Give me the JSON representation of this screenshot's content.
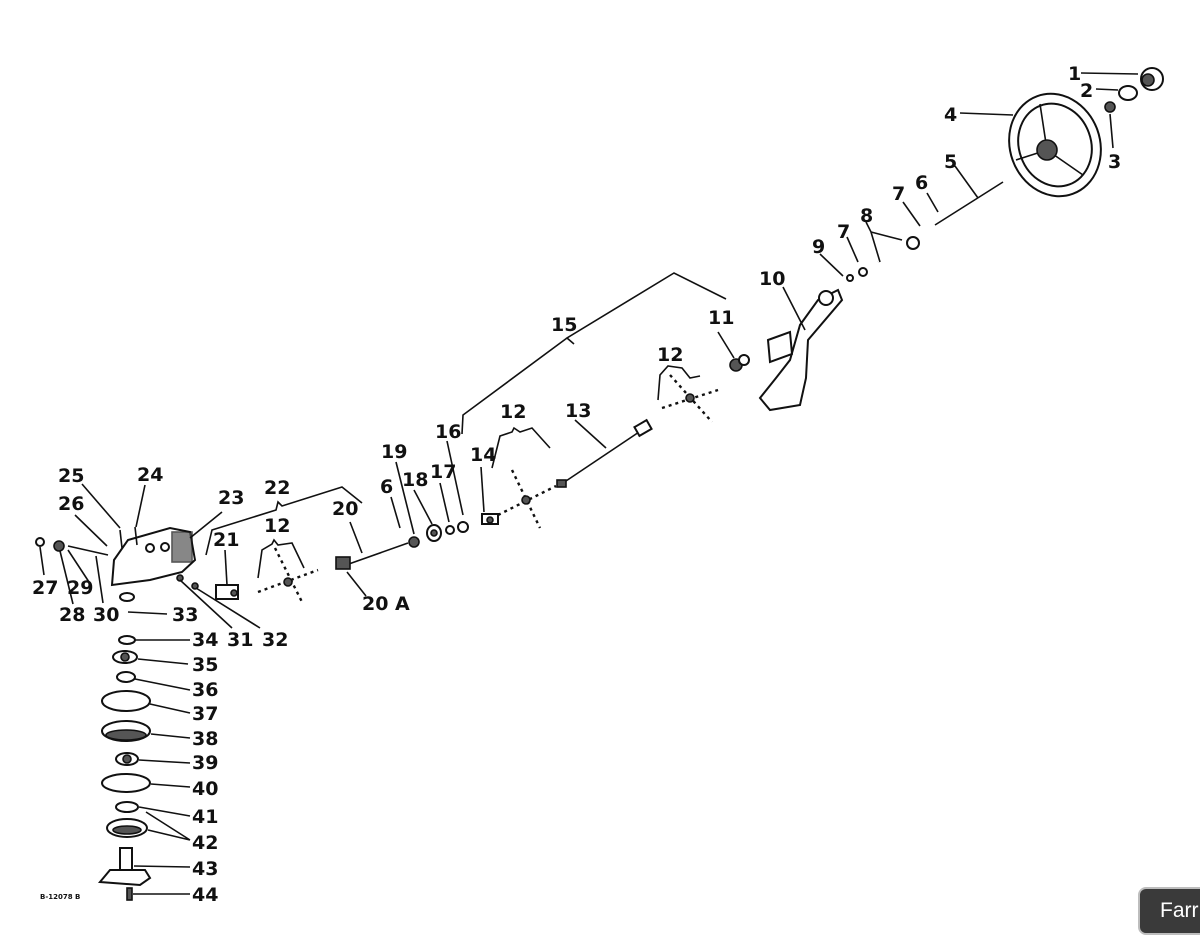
{
  "diagram": {
    "drawing_number": "B-12078 B",
    "labels": {
      "l1": "1",
      "l2": "2",
      "l3": "3",
      "l4": "4",
      "l5": "5",
      "l6a": "6",
      "l6b": "6",
      "l7a": "7",
      "l7b": "7",
      "l8": "8",
      "l9": "9",
      "l10": "10",
      "l11": "11",
      "l12a": "12",
      "l12b": "12",
      "l12c": "12",
      "l13": "13",
      "l14": "14",
      "l15": "15",
      "l16": "16",
      "l17": "17",
      "l18": "18",
      "l19": "19",
      "l20": "20",
      "l20a": "20 A",
      "l21": "21",
      "l22": "22",
      "l23": "23",
      "l24": "24",
      "l25": "25",
      "l26": "26",
      "l27": "27",
      "l28": "28",
      "l29": "29",
      "l30": "30",
      "l31": "31",
      "l32": "32",
      "l33": "33",
      "l34": "34",
      "l35": "35",
      "l36": "36",
      "l37": "37",
      "l38": "38",
      "l39": "39",
      "l40": "40",
      "l41": "41",
      "l42": "42",
      "l43": "43",
      "l44": "44"
    }
  },
  "overlay_tab": {
    "text": "Farr"
  }
}
